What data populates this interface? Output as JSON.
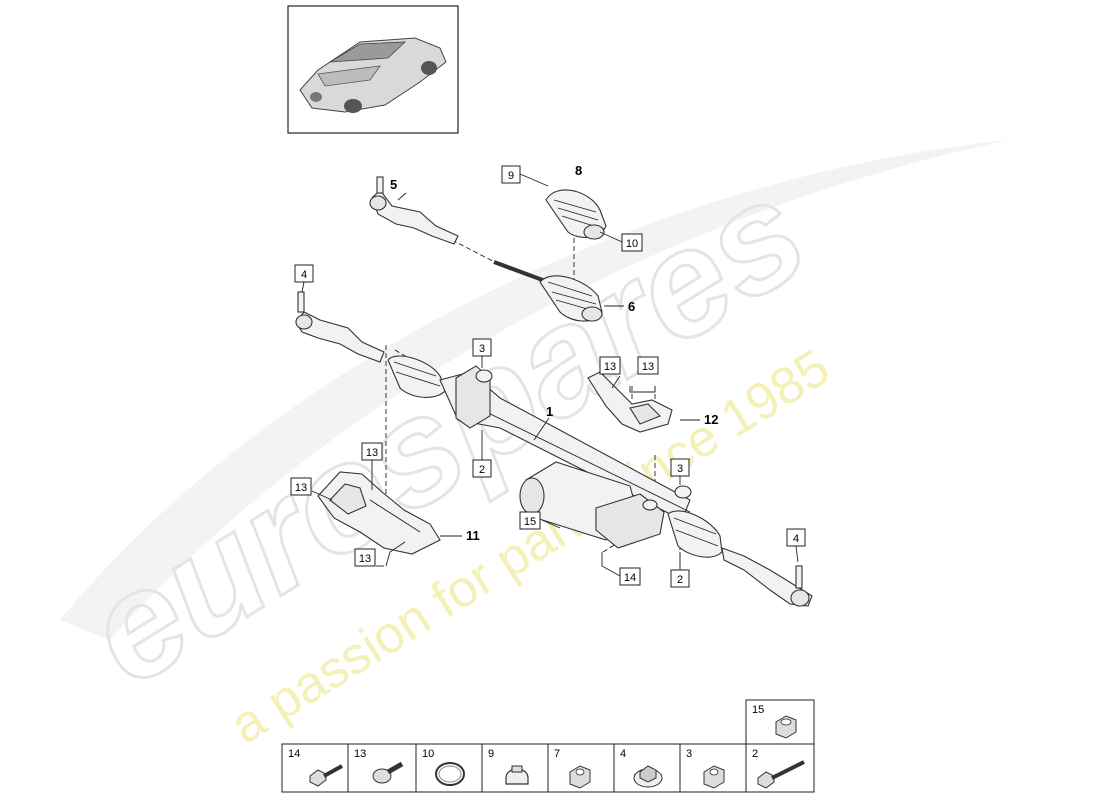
{
  "watermark": {
    "brand": "eurospares",
    "tagline": "a passion for parts since 1985",
    "brand_color": "#e8e8e8",
    "tagline_color": "#f3f0b8"
  },
  "callouts": {
    "c1": "1",
    "c2a": "2",
    "c2b": "2",
    "c3a": "3",
    "c3b": "3",
    "c4a": "4",
    "c4b": "4",
    "c5": "5",
    "c6": "6",
    "c8": "8",
    "c9": "9",
    "c10": "10",
    "c11": "11",
    "c12": "12",
    "c13a": "13",
    "c13b": "13",
    "c13c": "13",
    "c13d": "13",
    "c13e": "13",
    "c14": "14",
    "c15": "15"
  },
  "legend": {
    "top": {
      "label": "15"
    },
    "cells": [
      {
        "label": "14",
        "icon": "bolt-long-icon"
      },
      {
        "label": "13",
        "icon": "bolt-short-icon"
      },
      {
        "label": "10",
        "icon": "clamp-ring-icon"
      },
      {
        "label": "9",
        "icon": "hose-clip-icon"
      },
      {
        "label": "7",
        "icon": "nut-icon"
      },
      {
        "label": "4",
        "icon": "washer-nut-icon"
      },
      {
        "label": "3",
        "icon": "hex-nut-icon"
      },
      {
        "label": "2",
        "icon": "bolt-icon"
      }
    ]
  }
}
